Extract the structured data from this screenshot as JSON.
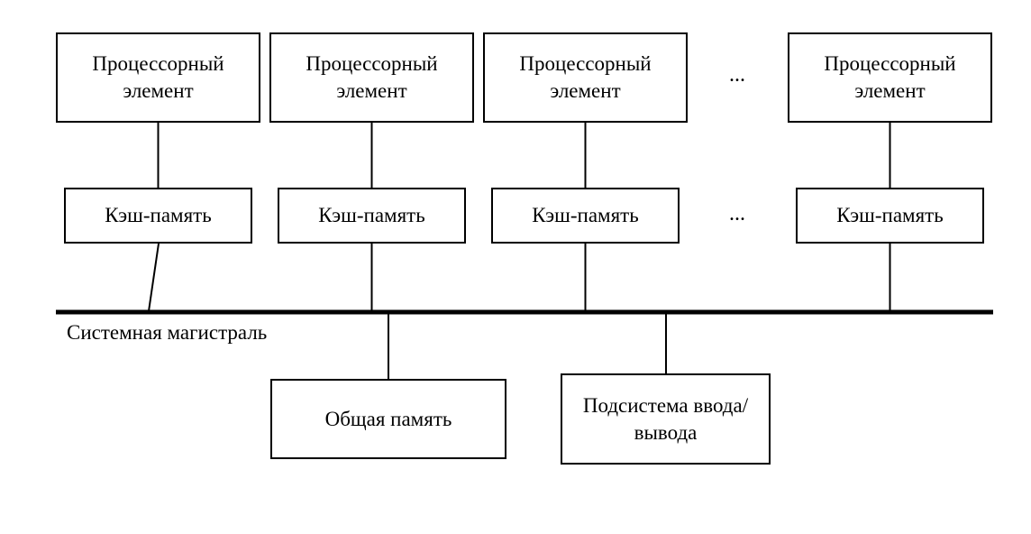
{
  "diagram": {
    "processors": [
      {
        "label": "Процессорный элемент"
      },
      {
        "label": "Процессорный элемент"
      },
      {
        "label": "Процессорный элемент"
      },
      {
        "label": "Процессорный элемент"
      }
    ],
    "processor_ellipsis": "...",
    "caches": [
      {
        "label": "Кэш-память"
      },
      {
        "label": "Кэш-память"
      },
      {
        "label": "Кэш-память"
      },
      {
        "label": "Кэш-память"
      }
    ],
    "cache_ellipsis": "...",
    "bus_label": "Системная магистраль",
    "shared_memory_label": "Общая память",
    "io_subsystem_label": "Подсистема ввода/вывода",
    "colors": {
      "line": "#000000",
      "box_border": "#000000",
      "background": "#ffffff",
      "text": "#000000"
    }
  }
}
